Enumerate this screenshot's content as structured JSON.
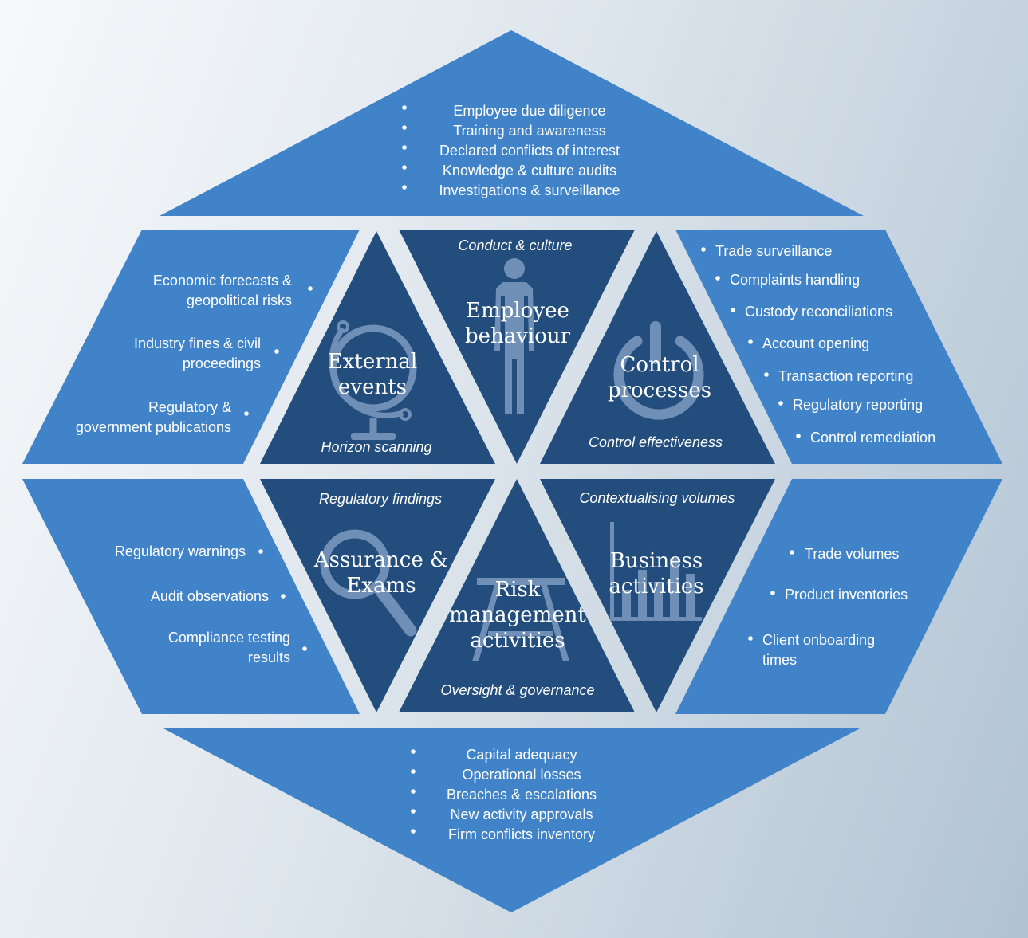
{
  "colors": {
    "outer_panel": "#4183c8",
    "inner_triangle": "#234d7d",
    "icon": "#6f8fb6",
    "text": "#ffffff"
  },
  "outer_panels": {
    "top": [
      "Employee due diligence",
      "Training and awareness",
      "Declared conflicts of interest",
      "Knowledge & culture audits",
      "Investigations & surveillance"
    ],
    "upper_left": [
      [
        "Economic forecasts &",
        "geopolitical risks"
      ],
      [
        "Industry fines & civil",
        "proceedings"
      ],
      [
        "Regulatory &",
        "government publications"
      ]
    ],
    "upper_right": [
      "Trade surveillance",
      "Complaints handling",
      "Custody reconciliations",
      "Account opening",
      "Transaction reporting",
      "Regulatory reporting",
      "Control remediation"
    ],
    "lower_left": [
      [
        "Regulatory warnings"
      ],
      [
        "Audit observations"
      ],
      [
        "Compliance testing",
        "results"
      ]
    ],
    "lower_right": [
      [
        "Trade volumes"
      ],
      [
        "Product inventories"
      ],
      [
        "Client onboarding",
        "times"
      ]
    ],
    "bottom": [
      "Capital adequacy",
      "Operational losses",
      "Breaches & escalations",
      "New activity approvals",
      "Firm conflicts inventory"
    ]
  },
  "triangles": {
    "external_events": {
      "title": [
        "External",
        "events"
      ],
      "caption": "Horizon scanning",
      "icon": "globe-icon"
    },
    "employee_behaviour": {
      "title": [
        "Employee",
        "behaviour"
      ],
      "caption": "Conduct & culture",
      "icon": "person-icon"
    },
    "control_processes": {
      "title": [
        "Control",
        "processes"
      ],
      "caption": "Control effectiveness",
      "icon": "power-icon"
    },
    "assurance_exams": {
      "title": [
        "Assurance &",
        "Exams"
      ],
      "caption": "Regulatory findings",
      "icon": "magnifier-icon"
    },
    "risk_management": {
      "title": [
        "Risk",
        "management",
        "activities"
      ],
      "caption": "Oversight & governance",
      "icon": "table-icon"
    },
    "business_activities": {
      "title": [
        "Business",
        "activities"
      ],
      "caption": "Contextualising volumes",
      "icon": "bar-chart-icon"
    }
  }
}
